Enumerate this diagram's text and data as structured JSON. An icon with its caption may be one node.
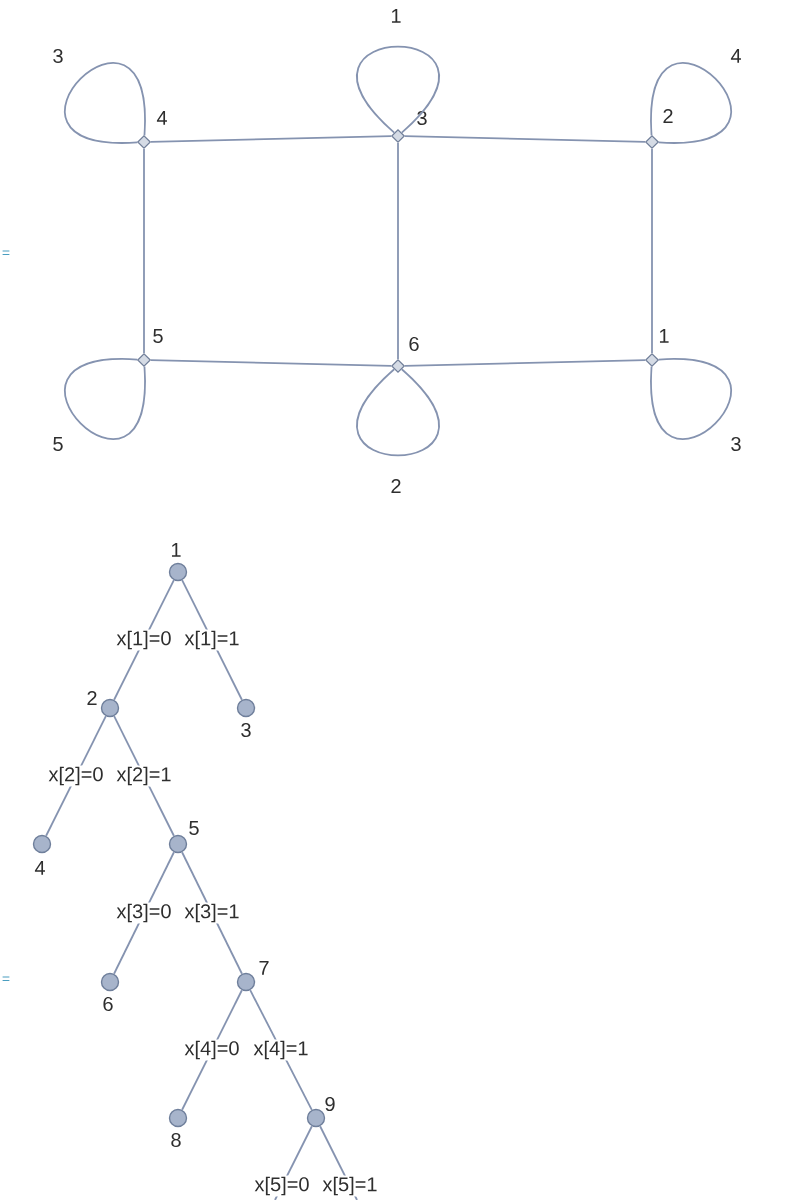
{
  "diagram": {
    "nodes": [
      {
        "text": [],
        "shape": "diamond",
        "beside": [
          "4"
        ]
      },
      {
        "text": [],
        "shape": "diamond",
        "beside": [
          "3"
        ]
      },
      {
        "text": [],
        "shape": "diamond",
        "beside": [
          "2"
        ]
      },
      {
        "text": [],
        "shape": "diamond",
        "beside": [
          "5"
        ]
      },
      {
        "text": [],
        "shape": "diamond",
        "beside": [
          "6"
        ]
      },
      {
        "text": [],
        "shape": "diamond",
        "beside": [
          "1"
        ]
      },
      {
        "text": [],
        "shape": "circle",
        "beside": [
          "1"
        ]
      },
      {
        "text": [],
        "shape": "circle",
        "beside": [
          "2"
        ]
      },
      {
        "text": [],
        "shape": "circle",
        "beside": [
          "3"
        ]
      },
      {
        "text": [],
        "shape": "circle",
        "beside": [
          "4"
        ]
      },
      {
        "text": [],
        "shape": "circle",
        "beside": [
          "5"
        ]
      },
      {
        "text": [],
        "shape": "circle",
        "beside": [
          "6"
        ]
      },
      {
        "text": [],
        "shape": "circle",
        "beside": [
          "7"
        ]
      },
      {
        "text": [],
        "shape": "circle",
        "beside": [
          "8"
        ]
      },
      {
        "text": [],
        "shape": "circle",
        "beside": [
          "9"
        ]
      }
    ],
    "edges": [
      {
        "from": 0,
        "to": 1,
        "arrow": "none"
      },
      {
        "from": 1,
        "to": 2,
        "arrow": "none"
      },
      {
        "from": 0,
        "to": 3,
        "arrow": "none"
      },
      {
        "from": 1,
        "to": 4,
        "arrow": "none"
      },
      {
        "from": 2,
        "to": 5,
        "arrow": "none"
      },
      {
        "from": 3,
        "to": 4,
        "arrow": "none"
      },
      {
        "from": 4,
        "to": 5,
        "arrow": "none"
      },
      {
        "from": 0,
        "to": 0,
        "arrow": "none",
        "label": "3"
      },
      {
        "from": 1,
        "to": 1,
        "arrow": "none",
        "label": "1"
      },
      {
        "from": 2,
        "to": 2,
        "arrow": "none",
        "label": "4"
      },
      {
        "from": 3,
        "to": 3,
        "arrow": "none",
        "label": "5"
      },
      {
        "from": 4,
        "to": 4,
        "arrow": "none",
        "label": "2"
      },
      {
        "from": 5,
        "to": 5,
        "arrow": "none",
        "label": "3"
      },
      {
        "from": 6,
        "to": 7,
        "arrow": "none",
        "label": "x[1]=0"
      },
      {
        "from": 6,
        "to": 8,
        "arrow": "none",
        "label": "x[1]=1"
      },
      {
        "from": 7,
        "to": 9,
        "arrow": "none",
        "label": "x[2]=0"
      },
      {
        "from": 7,
        "to": 10,
        "arrow": "none",
        "label": "x[2]=1"
      },
      {
        "from": 10,
        "to": 11,
        "arrow": "none",
        "label": "x[3]=0"
      },
      {
        "from": 10,
        "to": 12,
        "arrow": "none",
        "label": "x[3]=1"
      },
      {
        "from": 12,
        "to": 13,
        "arrow": "none",
        "label": "x[4]=0"
      },
      {
        "from": 12,
        "to": 14,
        "arrow": "none",
        "label": "x[4]=1"
      },
      {
        "from": 14,
        "to": null,
        "arrow": "none",
        "label": "x[5]=0"
      },
      {
        "from": 14,
        "to": null,
        "arrow": "none",
        "label": "x[5]=1"
      }
    ],
    "labels": [
      "=",
      "="
    ]
  }
}
